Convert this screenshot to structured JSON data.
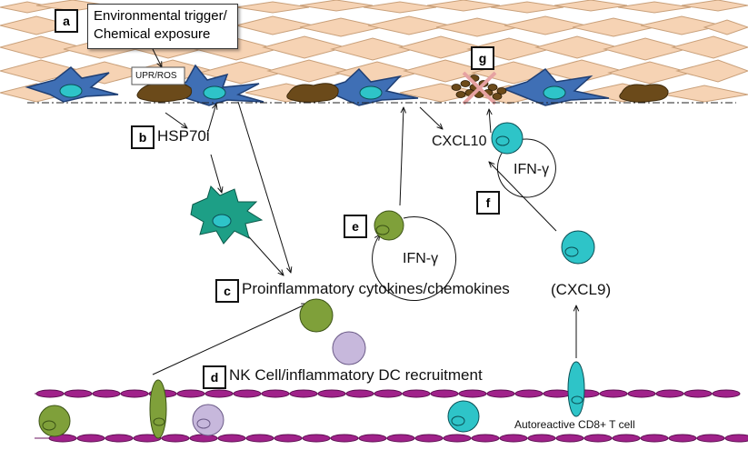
{
  "trigger": {
    "line1": "Environmental trigger/",
    "line2": "Chemical exposure"
  },
  "panels": {
    "a": "a",
    "b": "b",
    "c": "c",
    "d": "d",
    "e": "e",
    "f": "f",
    "g": "g"
  },
  "labels": {
    "upr_ros": "UPR/ROS",
    "hsp70i": "HSP70i",
    "cxcl10": "CXCL10",
    "ifn_gamma_f": "IFN-γ",
    "ifn_gamma_e": "IFN-γ",
    "cytokines": "Proinflammatory cytokines/chemokines",
    "cxcl9": "(CXCL9)",
    "recruitment": "NK Cell/inflammatory DC recruitment",
    "cd8": "Autoreactive CD8+ T cell"
  },
  "colors": {
    "keratinocyte": "#f6d3b4",
    "melanocyte": "#3f6fb5",
    "melanin": "#6b4a1a",
    "teal_cell": "#2ec4c8",
    "green_cell": "#7fa03a",
    "lavender_cell": "#c7b8dc",
    "dc": "#1d9f86",
    "vessel": "#a0228a",
    "x_mark": "#e6a2a2"
  }
}
